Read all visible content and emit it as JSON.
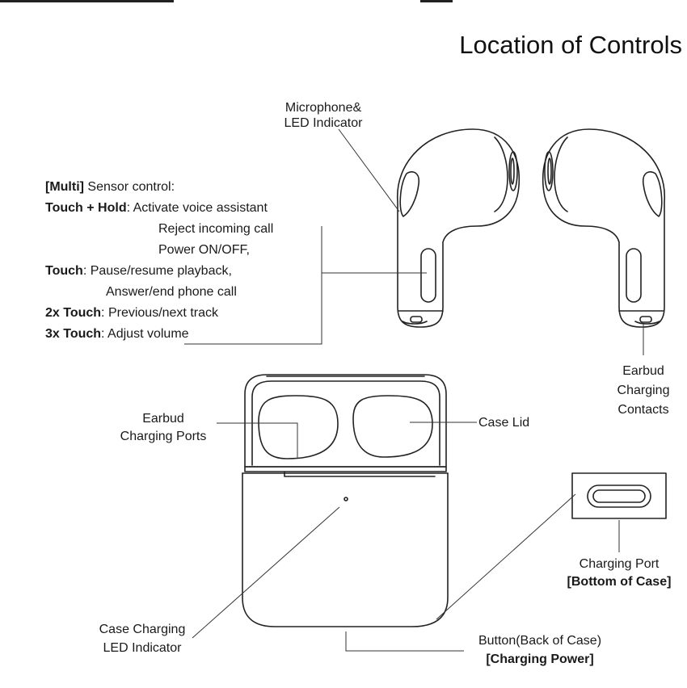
{
  "title": "Location of Controls",
  "mic_label": {
    "line1": "Microphone&",
    "line2": "LED Indicator"
  },
  "controls": {
    "multi_key": "[Multi]",
    "multi_text": " Sensor control:",
    "touch_hold_key": "Touch + Hold",
    "touch_hold_text": ": Activate voice assistant",
    "reject_call": "Reject incoming call",
    "power": "Power ON/OFF,",
    "touch_key": "Touch",
    "touch_text": ": Pause/resume playback,",
    "answer_call": "Answer/end phone call",
    "two_touch_key": "2x Touch",
    "two_touch_text": ": Previous/next track",
    "three_touch_key": "3x Touch",
    "three_touch_text": ": Adjust volume"
  },
  "earbud_contacts": {
    "line1": "Earbud",
    "line2": "Charging",
    "line3": "Contacts"
  },
  "charging_ports": {
    "line1": "Earbud",
    "line2": "Charging Ports"
  },
  "case_lid": "Case Lid",
  "charging_port": {
    "line1": "Charging Port",
    "line2": "[Bottom of Case]"
  },
  "case_led": {
    "line1": "Case Charging",
    "line2": "LED Indicator"
  },
  "button": {
    "line1": "Button(Back of Case)",
    "line2": "[Charging Power]"
  }
}
